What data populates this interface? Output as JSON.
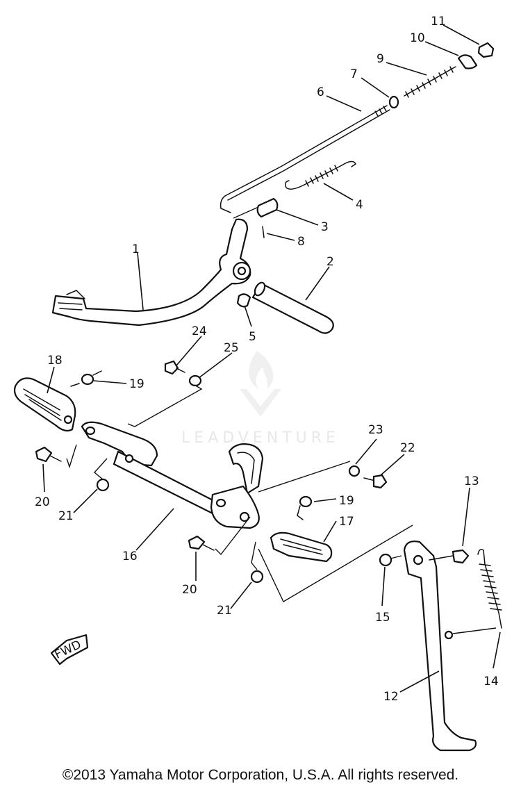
{
  "diagram": {
    "part_numbers": [
      "1",
      "2",
      "3",
      "4",
      "5",
      "6",
      "7",
      "8",
      "9",
      "10",
      "11",
      "12",
      "13",
      "14",
      "15",
      "16",
      "17",
      "18",
      "19",
      "19",
      "20",
      "20",
      "21",
      "21",
      "22",
      "23",
      "24",
      "25"
    ],
    "fwd_badge": "FWD",
    "watermark": "LEADVENTURE"
  },
  "footer": {
    "copyright": "©2013 Yamaha Motor Corporation, U.S.A. All rights reserved."
  }
}
